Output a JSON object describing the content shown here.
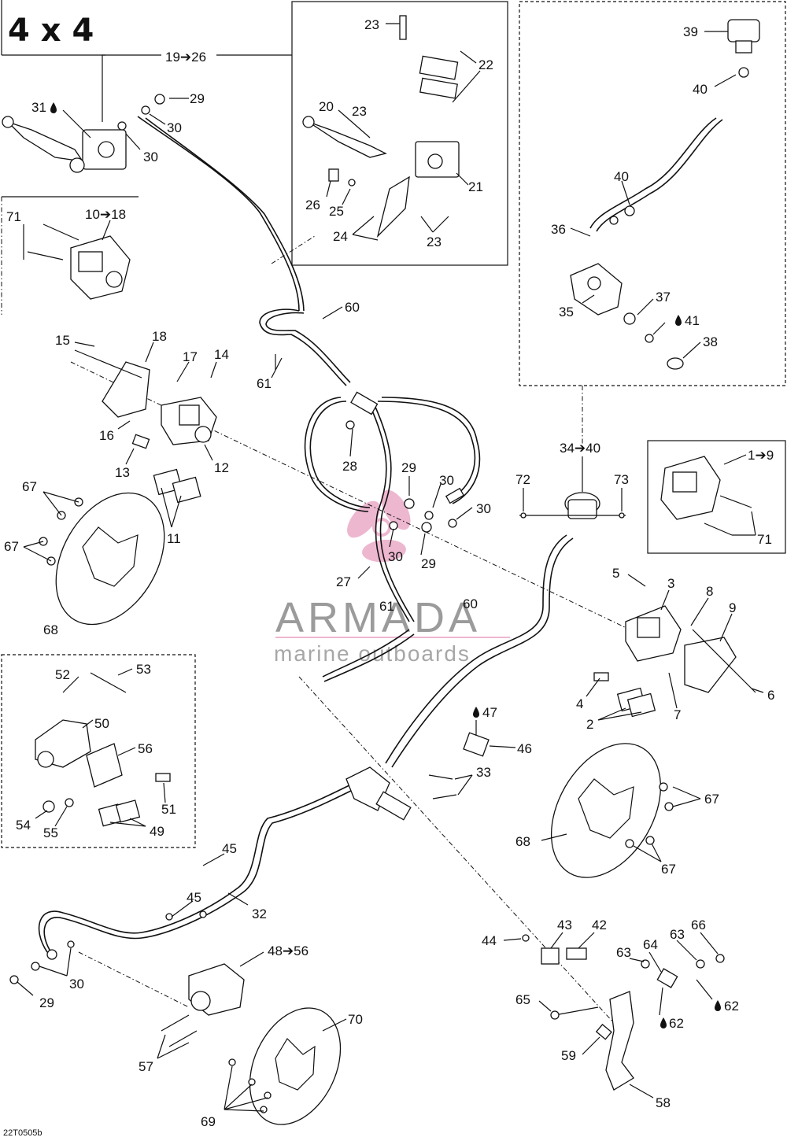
{
  "diagram": {
    "title": "4 x 4",
    "code": "22T0505b",
    "watermark": {
      "brand": "ARMADA",
      "tagline": "marine outboards",
      "logo_color": "#e8a0c0"
    },
    "labels": {
      "l_19_26": "19➔26",
      "l_31": "31",
      "l_29a": "29",
      "l_30a": "30",
      "l_30b": "30",
      "l_23a": "23",
      "l_22": "22",
      "l_20": "20",
      "l_23b": "23",
      "l_21": "21",
      "l_26": "26",
      "l_25": "25",
      "l_24": "24",
      "l_23c": "23",
      "l_39": "39",
      "l_40a": "40",
      "l_40b": "40",
      "l_36": "36",
      "l_37": "37",
      "l_35": "35",
      "l_41": "41",
      "l_38": "38",
      "l_71a": "71",
      "l_10_18": "10➔18",
      "l_60a": "60",
      "l_61a": "61",
      "l_15": "15",
      "l_18": "18",
      "l_17": "17",
      "l_14": "14",
      "l_16": "16",
      "l_12": "12",
      "l_13": "13",
      "l_11": "11",
      "l_67a": "67",
      "l_67b": "67",
      "l_68a": "68",
      "l_28": "28",
      "l_29b": "29",
      "l_30c": "30",
      "l_30d": "30",
      "l_30e": "30",
      "l_29c": "29",
      "l_27": "27",
      "l_61b": "61",
      "l_60b": "60",
      "l_34_40": "34➔40",
      "l_72": "72",
      "l_73": "73",
      "l_1_9": "1➔9",
      "l_71b": "71",
      "l_5": "5",
      "l_3": "3",
      "l_8": "8",
      "l_9": "9",
      "l_4": "4",
      "l_2": "2",
      "l_7": "7",
      "l_6": "6",
      "l_52": "52",
      "l_53": "53",
      "l_50": "50",
      "l_56": "56",
      "l_54": "54",
      "l_55": "55",
      "l_49": "49",
      "l_51": "51",
      "l_47": "47",
      "l_46": "46",
      "l_33": "33",
      "l_67c": "67",
      "l_68b": "68",
      "l_67d": "67",
      "l_45a": "45",
      "l_45b": "45",
      "l_32": "32",
      "l_30f": "30",
      "l_29d": "29",
      "l_48_56": "48➔56",
      "l_57": "57",
      "l_70": "70",
      "l_69": "69",
      "l_44": "44",
      "l_43": "43",
      "l_42": "42",
      "l_66": "66",
      "l_63a": "63",
      "l_64": "64",
      "l_63b": "63",
      "l_62a": "62",
      "l_62b": "62",
      "l_65": "65",
      "l_59": "59",
      "l_58": "58"
    }
  }
}
